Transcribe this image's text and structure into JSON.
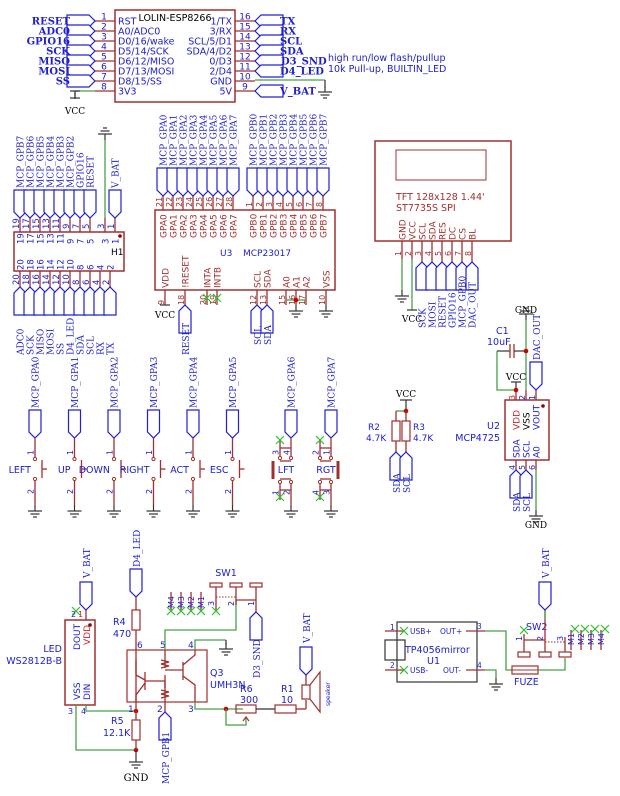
{
  "esp": {
    "title": "LOLIN-ESP8266",
    "left_pins": [
      {
        "num": "1",
        "name": "RST",
        "net": "RESET"
      },
      {
        "num": "2",
        "name": "A0/ADC0",
        "net": "ADC0"
      },
      {
        "num": "3",
        "name": "D0/16/wake",
        "net": "GPIO16"
      },
      {
        "num": "4",
        "name": "D5/14/SCK",
        "net": "SCK"
      },
      {
        "num": "5",
        "name": "D6/12/MISO",
        "net": "MISO"
      },
      {
        "num": "6",
        "name": "D7/13/MOSI",
        "net": "MOSI"
      },
      {
        "num": "7",
        "name": "D8/15/SS",
        "net": "SS"
      },
      {
        "num": "8",
        "name": "3V3",
        "net": "VCC"
      }
    ],
    "right_pins": [
      {
        "num": "16",
        "name": "1/TX",
        "net": "TX"
      },
      {
        "num": "15",
        "name": "3/RX",
        "net": "RX"
      },
      {
        "num": "14",
        "name": "SCL/5/D1",
        "net": "SCL"
      },
      {
        "num": "13",
        "name": "SDA/4/D2",
        "net": "SDA"
      },
      {
        "num": "12",
        "name": "0/D3",
        "net": "D3_SND"
      },
      {
        "num": "11",
        "name": "2/D4",
        "net": "D4_LED"
      },
      {
        "num": "10",
        "name": "GND",
        "net": ""
      },
      {
        "num": "9",
        "name": "5V",
        "net": "V_BAT"
      }
    ],
    "note1": "high run/low flash/pullup",
    "note2": "10k Pull-up, BUILTIN_LED"
  },
  "h1": {
    "ref": "H1",
    "top_nets": [
      "MCP_GPB7",
      "MCP_GPB6",
      "MCP_GPB5",
      "MCP_GPB4",
      "MCP_GPB3",
      "MCP_GPB2",
      "GPIO16",
      "RESET",
      "",
      "V_BAT"
    ],
    "top_pins": [
      "19",
      "17",
      "15",
      "13",
      "11",
      "9",
      "7",
      "5",
      "3",
      "1"
    ],
    "bottom_nets": [
      "ADC0",
      "SCK",
      "MISO",
      "MOSI",
      "SS",
      "D4_LED",
      "SDA",
      "SCL",
      "RX",
      "TX"
    ],
    "bottom_pins": [
      "20",
      "18",
      "16",
      "14",
      "12",
      "10",
      "8",
      "6",
      "4",
      "2"
    ]
  },
  "u3": {
    "ref": "U3",
    "value": "MCP23017",
    "gpa_nets": [
      "MCP_GPA0",
      "MCP_GPA1",
      "MCP_GPA2",
      "MCP_GPA3",
      "MCP_GPA4",
      "MCP_GPA5",
      "MCP_GPA6",
      "MCP_GPA7"
    ],
    "gpa_names": [
      "GPA0",
      "GPA1",
      "GPA2",
      "GPA3",
      "GPA4",
      "GPA5",
      "GPA6",
      "GPA7"
    ],
    "gpa_pins": [
      "21",
      "22",
      "23",
      "24",
      "25",
      "26",
      "27",
      "28"
    ],
    "gpb_nets": [
      "MCP_GPB0",
      "MCP_GPB1",
      "MCP_GPB2",
      "MCP_GPB3",
      "MCP_GPB4",
      "MCP_GPB5",
      "MCP_GPB6",
      "MCP_GPB7"
    ],
    "gpb_names": [
      "GPB0",
      "GPB1",
      "GPB2",
      "GPB3",
      "GPB4",
      "GPB5",
      "GPB6",
      "GPB7"
    ],
    "gpb_pins": [
      "1",
      "2",
      "3",
      "4",
      "5",
      "6",
      "7",
      "8"
    ],
    "bottom_names": [
      "VDD",
      "!RESET",
      "INTA",
      "INTB",
      "SCL",
      "SDA",
      "A0",
      "A1",
      "A2",
      "VSS"
    ],
    "bottom_pins": [
      "9",
      "18",
      "20",
      "19",
      "12",
      "13",
      "15",
      "16",
      "17",
      "10"
    ],
    "vdd_net": "VCC",
    "reset_net": "RESET",
    "scl_net": "SCL",
    "sda_net": "SDA"
  },
  "tft": {
    "line1": "TFT 128x128 1.44'",
    "line2": "ST7735S SPI",
    "pin_names": [
      "GND",
      "VCC",
      "SCL",
      "SDA",
      "RES",
      "DC",
      "CS",
      "BL"
    ],
    "pin_nums": [
      "1",
      "2",
      "3",
      "4",
      "5",
      "6",
      "7",
      "8"
    ],
    "nets": [
      "SCK",
      "MOSI",
      "RESET",
      "GPIO16",
      "MCP_GPB0",
      "DAC_OUT"
    ],
    "vcc_net": "VCC"
  },
  "u2": {
    "ref": "U2",
    "value": "MCP4725",
    "top_names": [
      "VDD",
      "VSS",
      "VOUT"
    ],
    "top_pins": [
      "3",
      "2",
      "1"
    ],
    "bottom_names": [
      "SDA",
      "SCL",
      "A0"
    ],
    "bottom_pins": [
      "4",
      "5",
      "6"
    ],
    "c1_ref": "C1",
    "c1_value": "10uF",
    "gnd_top": "GND",
    "gnd_bottom": "GND",
    "vcc": "VCC",
    "dac_net": "DAC_OUT",
    "sda_net": "SDA",
    "scl_net": "SCL"
  },
  "pullups": {
    "vcc": "VCC",
    "r2_ref": "R2",
    "r2_value": "4.7K",
    "r3_ref": "R3",
    "r3_value": "4.7K",
    "sda_net": "SDA",
    "scl_net": "SCL"
  },
  "buttons": [
    {
      "name": "LEFT",
      "net": "MCP_GPA0"
    },
    {
      "name": "UP",
      "net": "MCP_GPA1"
    },
    {
      "name": "DOWN",
      "net": "MCP_GPA2"
    },
    {
      "name": "RIGHT",
      "net": "MCP_GPA3"
    },
    {
      "name": "ACT",
      "net": "MCP_GPA4"
    },
    {
      "name": "ESC",
      "net": "MCP_GPA5"
    }
  ],
  "tact_buttons": [
    {
      "name": "LFT",
      "net": "MCP_GPA6",
      "pins": [
        "3",
        "4",
        "1",
        "2"
      ]
    },
    {
      "name": "RGT",
      "net": "MCP_GPA7",
      "pins": [
        "2",
        "1",
        "4",
        "3"
      ]
    }
  ],
  "led": {
    "ref": "LED",
    "value": "WS2812B-B",
    "pins": [
      "DOUT",
      "VDD",
      "VSS",
      "DIN"
    ],
    "pin_nums": [
      "2",
      "1",
      "3",
      "4"
    ],
    "vbat": "V_BAT",
    "gnd": "GND",
    "r5_ref": "R5",
    "r5_value": "12.1K"
  },
  "q3": {
    "ref": "Q3",
    "value": "UMH3N",
    "r4_ref": "R4",
    "r4_value": "470",
    "d4_net": "D4_LED",
    "gpb1_net": "MCP_GPB1",
    "pins": [
      "6",
      "5",
      "4",
      "1",
      "2",
      "3"
    ]
  },
  "sound": {
    "sw1": "SW1",
    "sw1_pins": [
      "3",
      "2",
      "1"
    ],
    "sw1_mounts": [
      "M4",
      "M3",
      "M2",
      "M1"
    ],
    "d3_net": "D3_SND",
    "vbat": "V_BAT",
    "r6_ref": "R6",
    "r6_value": "300",
    "r1_ref": "R1",
    "r1_value": "10",
    "speaker": "speaker"
  },
  "power": {
    "u1_value": "TP4056mirror",
    "u1_ref": "U1",
    "pins": [
      "USB+",
      "USB-",
      "OUT+",
      "OUT-"
    ],
    "pin_nums": [
      "1",
      "2",
      "3",
      "4"
    ],
    "fuse": "FUZE",
    "sw2": "SW2",
    "sw2_pins": [
      "1",
      "2",
      "3"
    ],
    "sw2_mounts": [
      "M1",
      "M2",
      "M3",
      "M4"
    ],
    "vbat": "V_BAT"
  }
}
